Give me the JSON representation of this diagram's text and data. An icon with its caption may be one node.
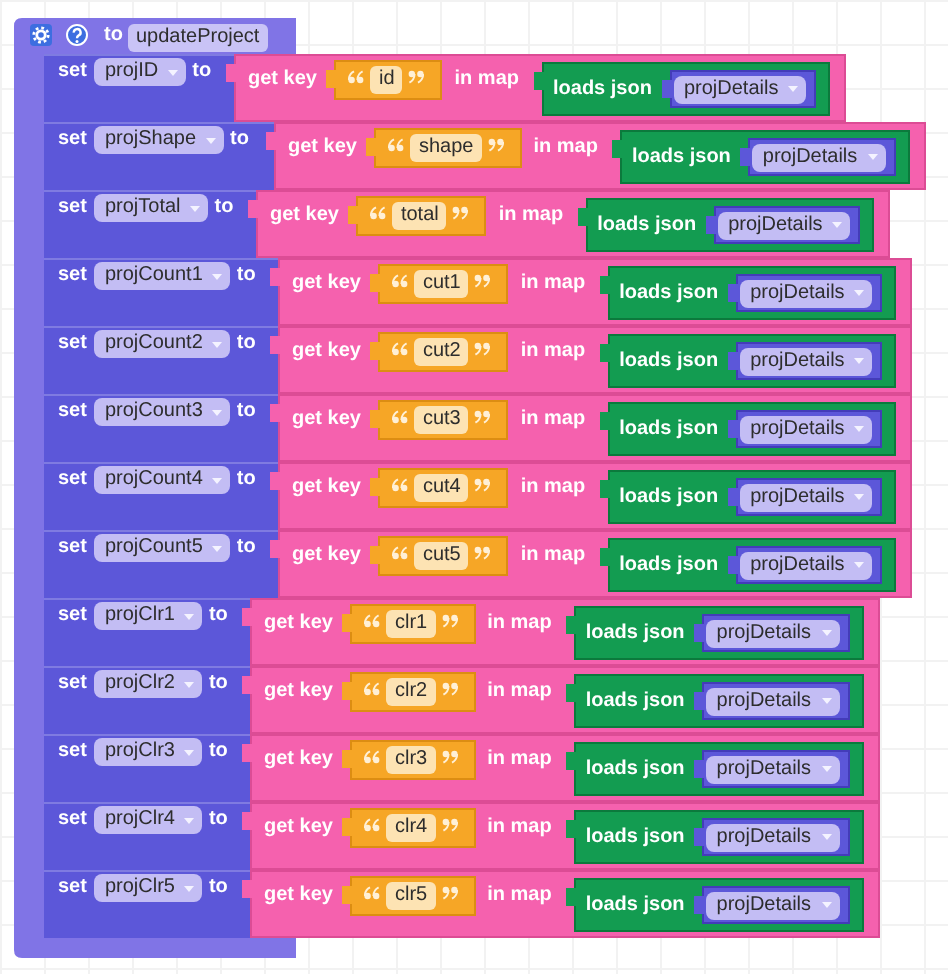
{
  "diagram": {
    "nodes": [
      {
        "text": [
          "to",
          "updateProject"
        ]
      },
      {
        "text": [
          "set",
          "projID",
          "to"
        ],
        "in": 0
      },
      {
        "text": [
          "get key",
          "in map"
        ]
      },
      {
        "text": [
          "id"
        ],
        "in": 2
      },
      {
        "text": [
          "loads json"
        ],
        "in": 2
      },
      {
        "text": [
          "projDetails"
        ],
        "in": 4
      },
      {
        "text": [
          "set",
          "projShape",
          "to"
        ],
        "in": 0
      },
      {
        "text": [
          "get key",
          "in map"
        ]
      },
      {
        "text": [
          "shape"
        ],
        "in": 7
      },
      {
        "text": [
          "loads json"
        ],
        "in": 7
      },
      {
        "text": [
          "projDetails"
        ],
        "in": 9
      },
      {
        "text": [
          "set",
          "projTotal",
          "to"
        ],
        "in": 0
      },
      {
        "text": [
          "get key",
          "in map"
        ]
      },
      {
        "text": [
          "total"
        ],
        "in": 12
      },
      {
        "text": [
          "loads json"
        ],
        "in": 12
      },
      {
        "text": [
          "projDetails"
        ],
        "in": 14
      },
      {
        "text": [
          "set",
          "projCount1",
          "to"
        ],
        "in": 0
      },
      {
        "text": [
          "get key",
          "in map"
        ]
      },
      {
        "text": [
          "cut1"
        ],
        "in": 17
      },
      {
        "text": [
          "loads json"
        ],
        "in": 17
      },
      {
        "text": [
          "projDetails"
        ],
        "in": 19
      },
      {
        "text": [
          "set",
          "projCount2",
          "to"
        ],
        "in": 0
      },
      {
        "text": [
          "get key",
          "in map"
        ]
      },
      {
        "text": [
          "cut2"
        ],
        "in": 22
      },
      {
        "text": [
          "loads json"
        ],
        "in": 22
      },
      {
        "text": [
          "projDetails"
        ],
        "in": 24
      },
      {
        "text": [
          "set",
          "projCount3",
          "to"
        ],
        "in": 0
      },
      {
        "text": [
          "get key",
          "in map"
        ]
      },
      {
        "text": [
          "cut3"
        ],
        "in": 27
      },
      {
        "text": [
          "loads json"
        ],
        "in": 27
      },
      {
        "text": [
          "projDetails"
        ],
        "in": 29
      },
      {
        "text": [
          "set",
          "projCount4",
          "to"
        ],
        "in": 0
      },
      {
        "text": [
          "get key",
          "in map"
        ]
      },
      {
        "text": [
          "cut4"
        ],
        "in": 32
      },
      {
        "text": [
          "loads json"
        ],
        "in": 32
      },
      {
        "text": [
          "projDetails"
        ],
        "in": 34
      },
      {
        "text": [
          "set",
          "projCount5",
          "to"
        ],
        "in": 0
      },
      {
        "text": [
          "get key",
          "in map"
        ]
      },
      {
        "text": [
          "cut5"
        ],
        "in": 37
      },
      {
        "text": [
          "loads json"
        ],
        "in": 37
      },
      {
        "text": [
          "projDetails"
        ],
        "in": 39
      },
      {
        "text": [
          "set",
          "projClr1",
          "to"
        ],
        "in": 0
      },
      {
        "text": [
          "get key",
          "in map"
        ]
      },
      {
        "text": [
          "clr1"
        ],
        "in": 42
      },
      {
        "text": [
          "loads json"
        ],
        "in": 42
      },
      {
        "text": [
          "projDetails"
        ],
        "in": 44
      },
      {
        "text": [
          "set",
          "projClr2",
          "to"
        ],
        "in": 0
      },
      {
        "text": [
          "get key",
          "in map"
        ]
      },
      {
        "text": [
          "clr2"
        ],
        "in": 47
      },
      {
        "text": [
          "loads json"
        ],
        "in": 47
      },
      {
        "text": [
          "projDetails"
        ],
        "in": 49
      },
      {
        "text": [
          "set",
          "projClr3",
          "to"
        ],
        "in": 0
      },
      {
        "text": [
          "get key",
          "in map"
        ]
      },
      {
        "text": [
          "clr3"
        ],
        "in": 52
      },
      {
        "text": [
          "loads json"
        ],
        "in": 52
      },
      {
        "text": [
          "projDetails"
        ],
        "in": 54
      },
      {
        "text": [
          "set",
          "projClr4",
          "to"
        ],
        "in": 0
      },
      {
        "text": [
          "get key",
          "in map"
        ]
      },
      {
        "text": [
          "clr4"
        ],
        "in": 57
      },
      {
        "text": [
          "loads json"
        ],
        "in": 57
      },
      {
        "text": [
          "projDetails"
        ],
        "in": 59
      },
      {
        "text": [
          "set",
          "projClr5",
          "to"
        ],
        "in": 0
      },
      {
        "text": [
          "get key",
          "in map"
        ]
      },
      {
        "text": [
          "clr5"
        ],
        "in": 62
      },
      {
        "text": [
          "loads json"
        ],
        "in": 62
      },
      {
        "text": [
          "projDetails"
        ],
        "in": 64
      }
    ]
  }
}
